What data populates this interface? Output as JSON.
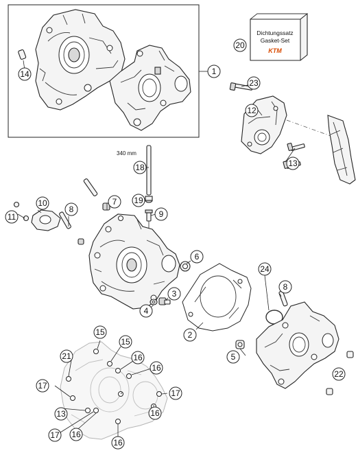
{
  "callouts": {
    "c1": "1",
    "c2": "2",
    "c3": "3",
    "c4": "4",
    "c5": "5",
    "c6": "6",
    "c7": "7",
    "c8a": "8",
    "c8b": "8",
    "c9": "9",
    "c10": "10",
    "c11": "11",
    "c12": "12",
    "c13a": "13",
    "c13b": "13",
    "c14": "14",
    "c15a": "15",
    "c15b": "15",
    "c16a": "16",
    "c16b": "16",
    "c16c": "16",
    "c16d": "16",
    "c16e": "16",
    "c17a": "17",
    "c17b": "17",
    "c17c": "17",
    "c18": "18",
    "c19": "19",
    "c20": "20",
    "c21": "21",
    "c22": "22",
    "c23": "23",
    "c24": "24"
  },
  "dimension_label": "340 mm",
  "gasket_set": {
    "line1": "Dichtungssatz",
    "line2": "Gasket-Set",
    "logo": "KTM",
    "logo_color": "#d84a00"
  }
}
